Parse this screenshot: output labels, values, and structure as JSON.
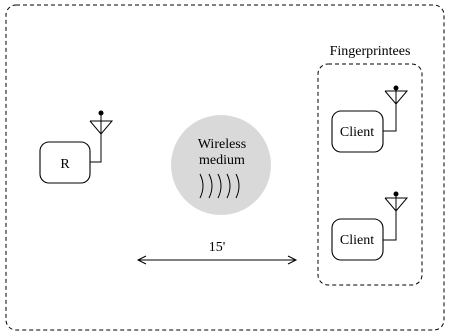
{
  "diagram": {
    "group_label": "Fingerprintees",
    "router_label": "R",
    "medium_label_line1": "Wireless",
    "medium_label_line2": "medium",
    "distance_label": "15'",
    "clients": [
      {
        "label": "Client"
      },
      {
        "label": "Client"
      }
    ]
  },
  "colors": {
    "stroke": "#000000",
    "medium_fill": "#d9d9d9",
    "background": "#ffffff"
  }
}
